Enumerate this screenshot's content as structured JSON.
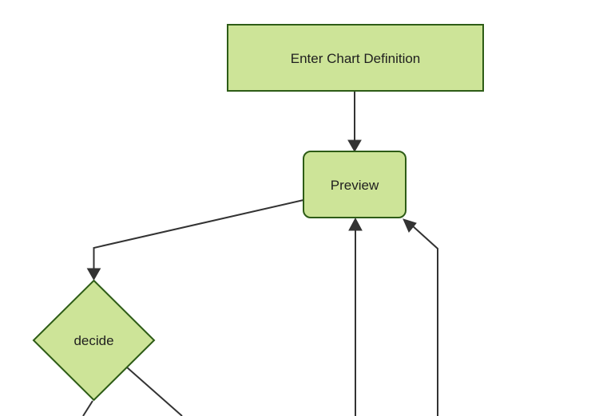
{
  "diagram": {
    "type": "flowchart",
    "direction": "top-down",
    "nodes": [
      {
        "id": "A",
        "label": "Enter Chart Definition",
        "shape": "rectangle"
      },
      {
        "id": "B",
        "label": "Preview",
        "shape": "rounded-rectangle"
      },
      {
        "id": "C",
        "label": "decide",
        "shape": "diamond"
      }
    ],
    "edges": [
      {
        "from": "Enter Chart Definition",
        "to": "Preview",
        "arrow": "down"
      },
      {
        "from": "Preview",
        "to": "decide",
        "arrow": "down"
      },
      {
        "from": "offscreen-bottom-center",
        "to": "Preview",
        "arrow": "up"
      },
      {
        "from": "offscreen-bottom-right",
        "to": "Preview",
        "arrow": "up-left"
      },
      {
        "from": "decide",
        "to": "offscreen-bottom-left",
        "arrow": "none-visible"
      },
      {
        "from": "decide",
        "to": "offscreen-bottom-right",
        "arrow": "none-visible"
      }
    ],
    "colors": {
      "node_fill": "#cde498",
      "node_stroke": "#2d5c16",
      "edge_line": "#333333",
      "label_text": "#1f1f1f",
      "background": "#ffffff"
    }
  }
}
